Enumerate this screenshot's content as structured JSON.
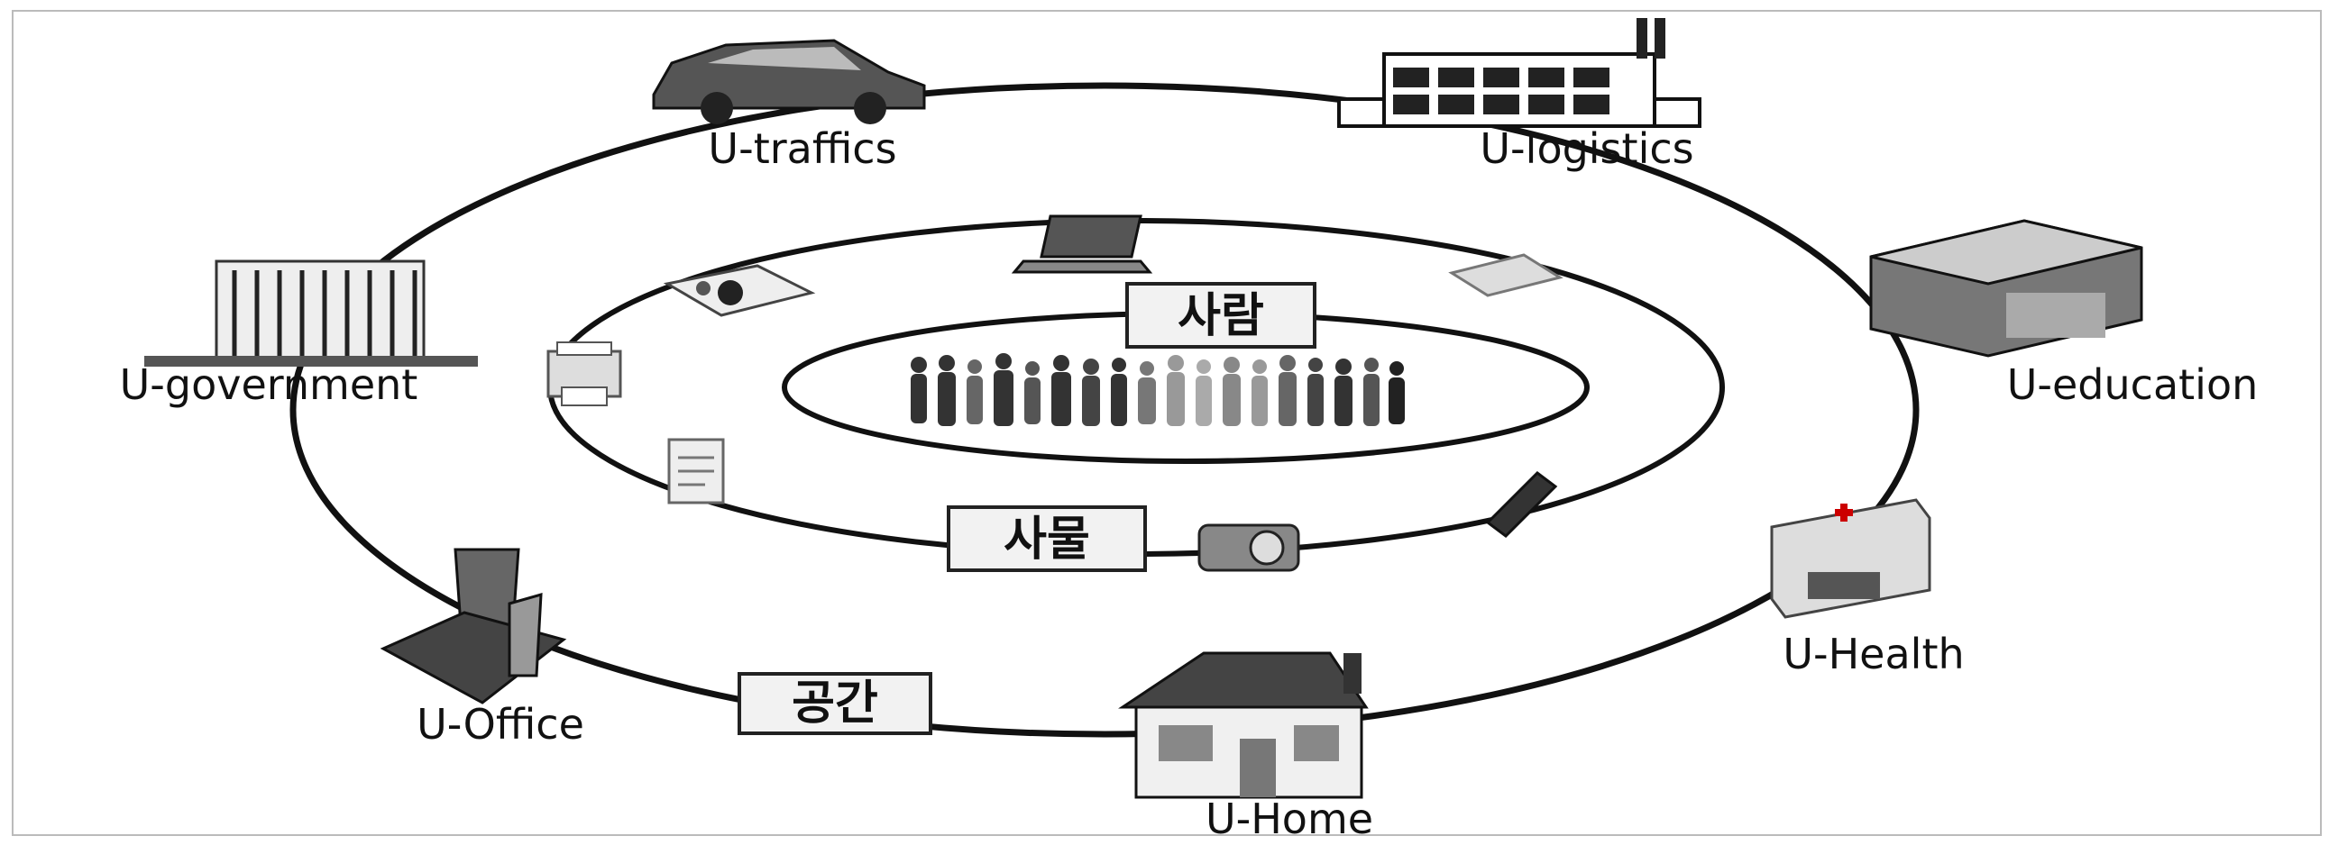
{
  "diagram": {
    "rings": {
      "inner_label": "사람",
      "middle_label": "사물",
      "outer_label": "공간"
    },
    "nodes": [
      {
        "id": "traffics",
        "label": "U-traffics",
        "icon": "car-icon"
      },
      {
        "id": "logistics",
        "label": "U-logistics",
        "icon": "factory-icon"
      },
      {
        "id": "education",
        "label": "U-education",
        "icon": "school-building-icon"
      },
      {
        "id": "health",
        "label": "U-Health",
        "icon": "hospital-icon"
      },
      {
        "id": "home",
        "label": "U-Home",
        "icon": "house-icon"
      },
      {
        "id": "office",
        "label": "U-Office",
        "icon": "office-tower-icon"
      },
      {
        "id": "government",
        "label": "U-government",
        "icon": "government-building-icon"
      }
    ],
    "devices": [
      "laptop-icon",
      "tablet-icon",
      "projector-icon",
      "printer-icon",
      "document-icon",
      "camera-icon",
      "mobile-phone-icon"
    ],
    "colors": {
      "line": "#111111",
      "box_fill": "#f2f2f2",
      "background": "#ffffff"
    }
  }
}
